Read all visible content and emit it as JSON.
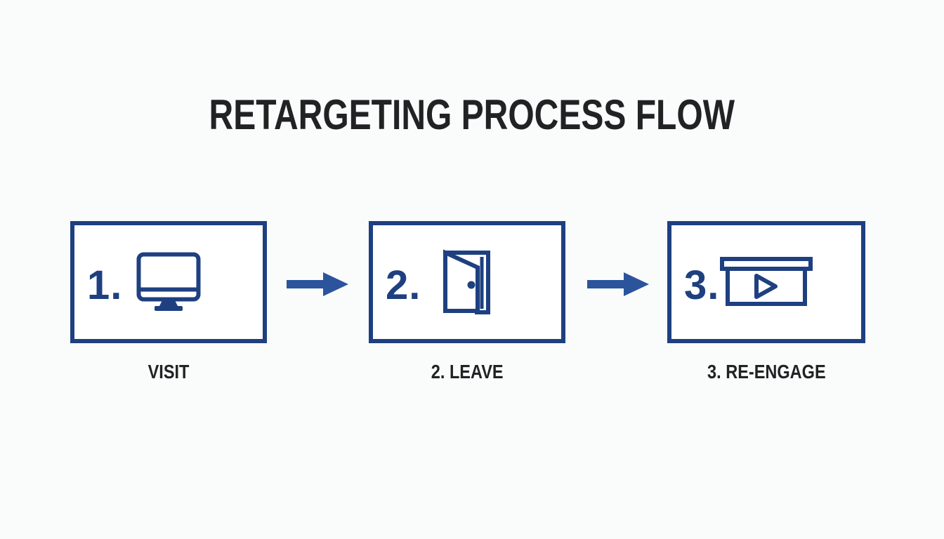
{
  "title": "RETARGETING PROCESS FLOW",
  "steps": [
    {
      "number": "1.",
      "icon": "desktop-monitor-icon",
      "label": "VISIT"
    },
    {
      "number": "2.",
      "icon": "open-door-icon",
      "label": "2. LEAVE"
    },
    {
      "number": "3.",
      "icon": "video-ad-icon",
      "label": "3. RE-ENGAGE"
    }
  ],
  "connectors": [
    {
      "icon": "arrow-right-icon"
    },
    {
      "icon": "arrow-right-icon"
    }
  ],
  "colors": {
    "navy": "#1e4080",
    "arrow_blue": "#2b549c",
    "heading_text": "#202224",
    "background": "#fafbfb",
    "box_fill": "#ffffff"
  }
}
